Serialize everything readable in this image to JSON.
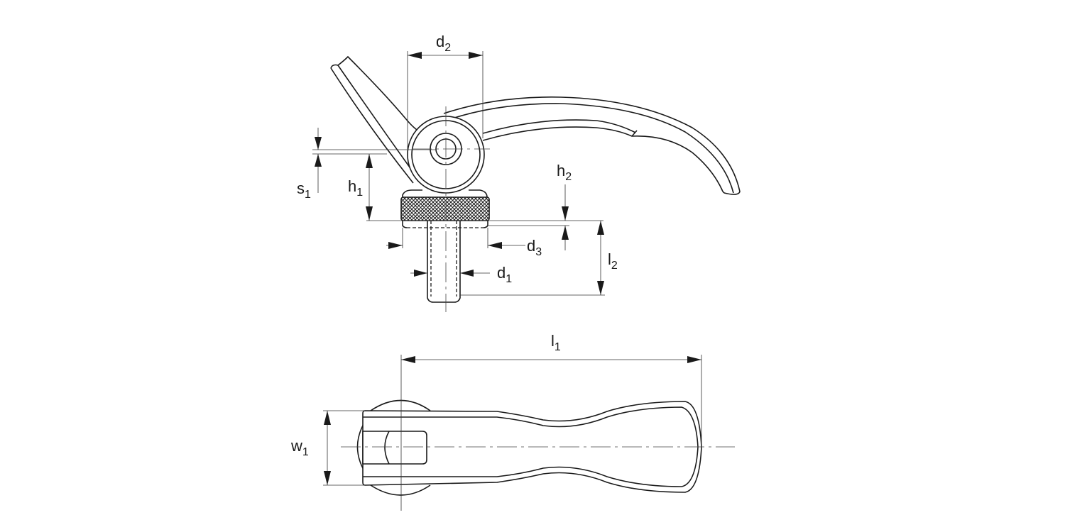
{
  "dimensions": {
    "d1": {
      "base": "d",
      "sub": "1"
    },
    "d2": {
      "base": "d",
      "sub": "2"
    },
    "d3": {
      "base": "d",
      "sub": "3"
    },
    "h1": {
      "base": "h",
      "sub": "1"
    },
    "h2": {
      "base": "h",
      "sub": "2"
    },
    "s1": {
      "base": "s",
      "sub": "1"
    },
    "l1": {
      "base": "l",
      "sub": "1"
    },
    "l2": {
      "base": "l",
      "sub": "2"
    },
    "w1": {
      "base": "w",
      "sub": "1"
    }
  },
  "colors": {
    "line": "#1a1a1a"
  }
}
